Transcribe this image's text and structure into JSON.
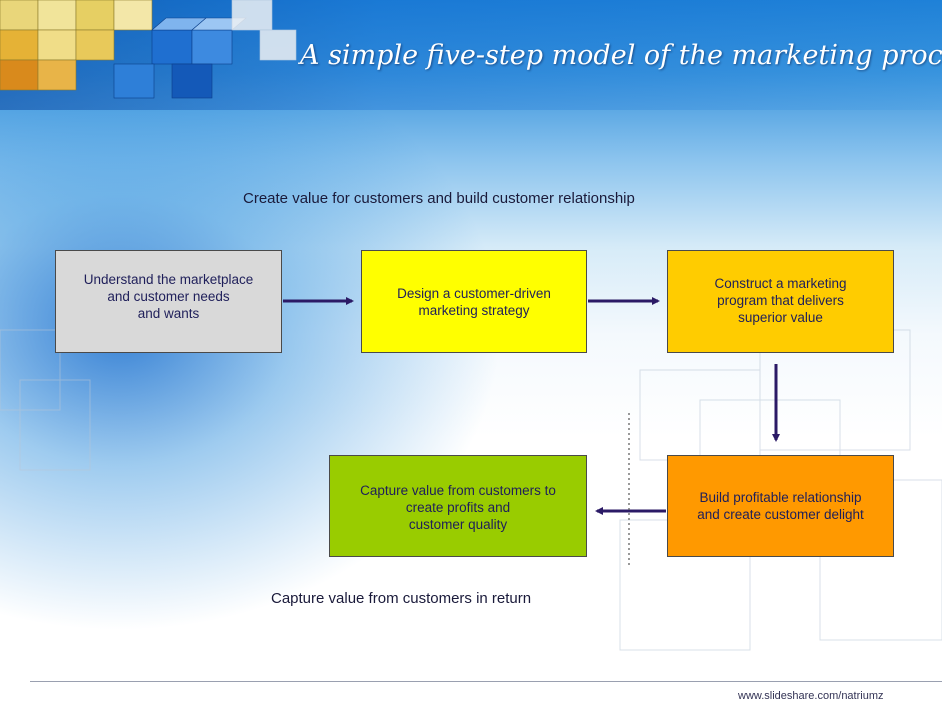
{
  "title": "A simple five-step model of the marketing process",
  "top_label": "Create value for customers and build customer relationship",
  "bottom_label": "Capture value from customers in return",
  "steps": [
    {
      "text": "Understand the marketplace\nand customer needs\nand wants",
      "color": "#d9d9d9"
    },
    {
      "text": "Design a customer-driven\nmarketing strategy",
      "color": "#ffff00"
    },
    {
      "text": "Construct a marketing\nprogram that delivers\nsuperior value",
      "color": "#ffcc00"
    },
    {
      "text": "Build profitable relationship\nand create customer delight",
      "color": "#ff9900"
    },
    {
      "text": "Capture value from customers to\ncreate profits and\ncustomer quality",
      "color": "#99cc00"
    }
  ],
  "footer": "www.slideshare.com/natriumz",
  "colors": {
    "arrow": "#2b1a66",
    "divider": "#555555"
  }
}
